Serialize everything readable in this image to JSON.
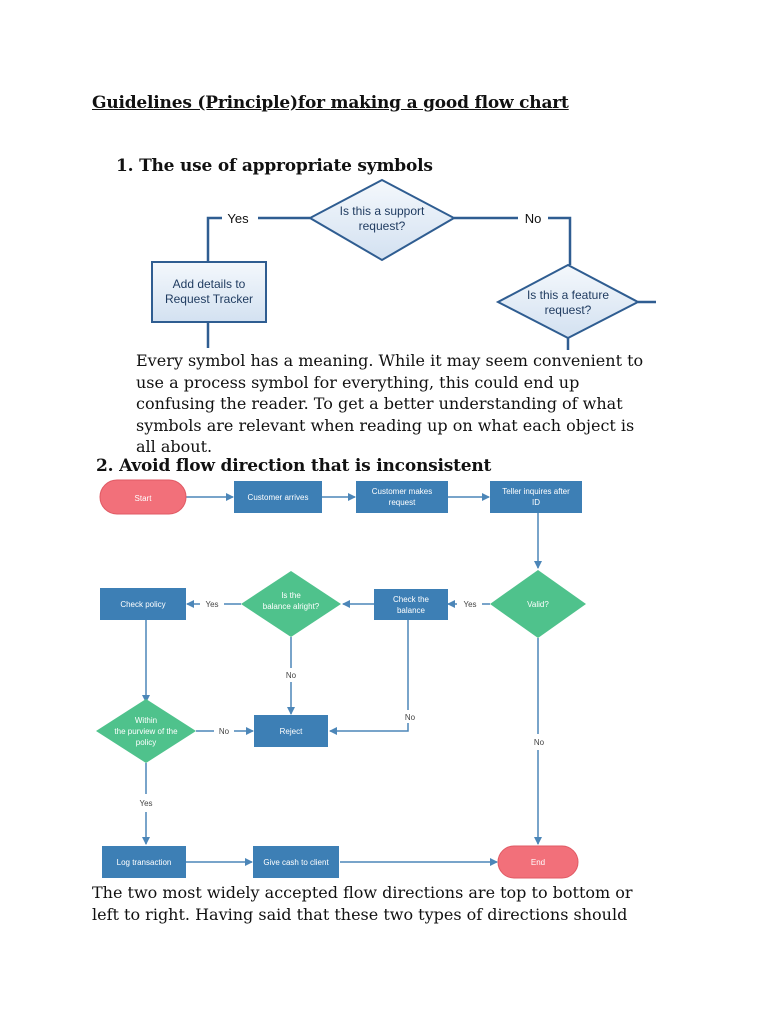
{
  "page": {
    "heading": "Guidelines (Principle)for making a good flow chart"
  },
  "section1": {
    "heading": "1. The use of appropriate symbols",
    "diagram": {
      "decision_support": [
        "Is this a support",
        "request?"
      ],
      "decision_feature": [
        "Is this a feature",
        "request?"
      ],
      "process_add": [
        "Add details to",
        "Request Tracker"
      ],
      "yes_label": "Yes",
      "no_label": "No"
    },
    "paragraph": [
      "Every symbol has a meaning. While it may seem convenient to",
      "use a process symbol for everything, this could end up",
      "confusing the reader. To get a better understanding of what",
      "symbols are relevant when reading up on what each object is",
      "all about."
    ]
  },
  "section2": {
    "heading": "2. Avoid flow direction that is inconsistent",
    "diagram": {
      "start": "Start",
      "customer_arrives": "Customer arrives",
      "customer_makes_request": [
        "Customer makes",
        "request"
      ],
      "teller_inquires": [
        "Teller inquires after",
        "ID"
      ],
      "valid": "Valid?",
      "check_balance": [
        "Check the",
        "balance"
      ],
      "balance_alright": [
        "Is the",
        "balance alright?"
      ],
      "check_policy": "Check policy",
      "within_purview": [
        "Within",
        "the purview  of the",
        "policy"
      ],
      "reject": "Reject",
      "log_transaction": "Log transaction",
      "give_cash": "Give cash to client",
      "end": "End",
      "yes_label": "Yes",
      "no_label": "No"
    },
    "paragraph": [
      "The two most widely accepted flow directions are top to bottom or",
      "left to right. Having said that these two types of directions should"
    ]
  },
  "colors": {
    "diagram1_stroke": "#2f5d91",
    "diagram1_fill": "#dbe6f3",
    "terminal": "#f2707a",
    "process": "#3d7fb5",
    "decision": "#4fc28c",
    "arrow": "#4c86b8"
  }
}
